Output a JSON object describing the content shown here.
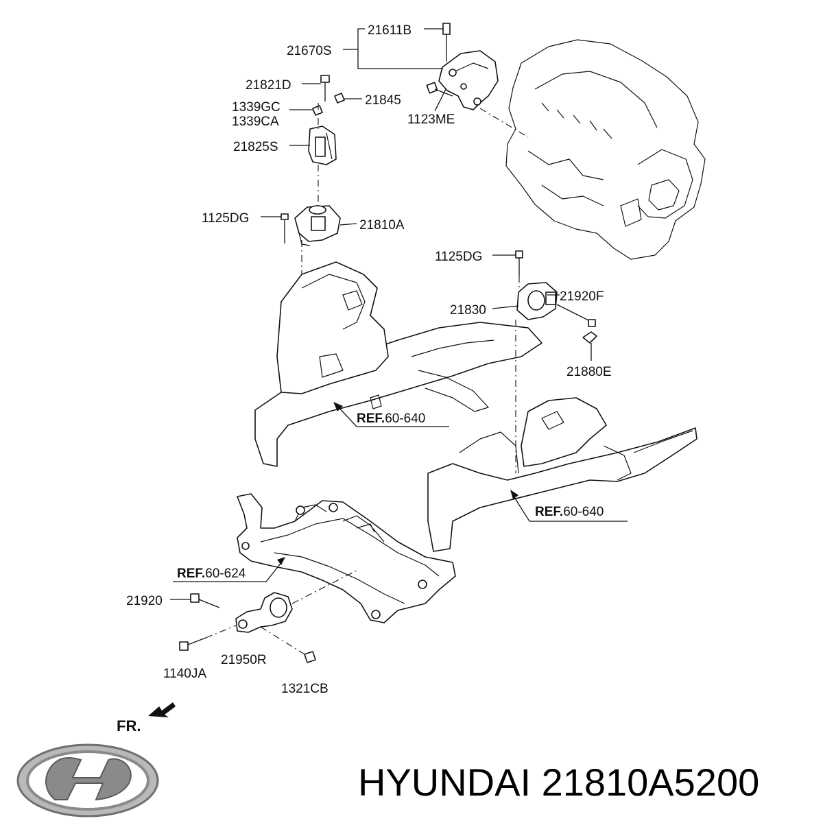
{
  "labels": {
    "p21611B": "21611B",
    "p21670S": "21670S",
    "p21821D": "21821D",
    "p21845": "21845",
    "p1339GC": "1339GC",
    "p1339CA": "1339CA",
    "p1123ME": "1123ME",
    "p21825S": "21825S",
    "p1125DG_a": "1125DG",
    "p21810A": "21810A",
    "p1125DG_b": "1125DG",
    "p21920F": "21920F",
    "p21830": "21830",
    "p21880E": "21880E",
    "p21920": "21920",
    "p1140JA": "1140JA",
    "p21950R": "21950R",
    "p1321CB": "1321CB"
  },
  "refs": {
    "ref1_prefix": "REF.",
    "ref1_code": "60-640",
    "ref2_prefix": "REF.",
    "ref2_code": "60-640",
    "ref3_prefix": "REF.",
    "ref3_code": "60-624"
  },
  "direction": "FR.",
  "brand": {
    "caption": "HYUNDAI 21810A5200",
    "logo": "hyundai-logo",
    "logo_color": "#8a8a8a"
  },
  "icons": {
    "front_arrow": "front-direction-arrow-icon"
  }
}
